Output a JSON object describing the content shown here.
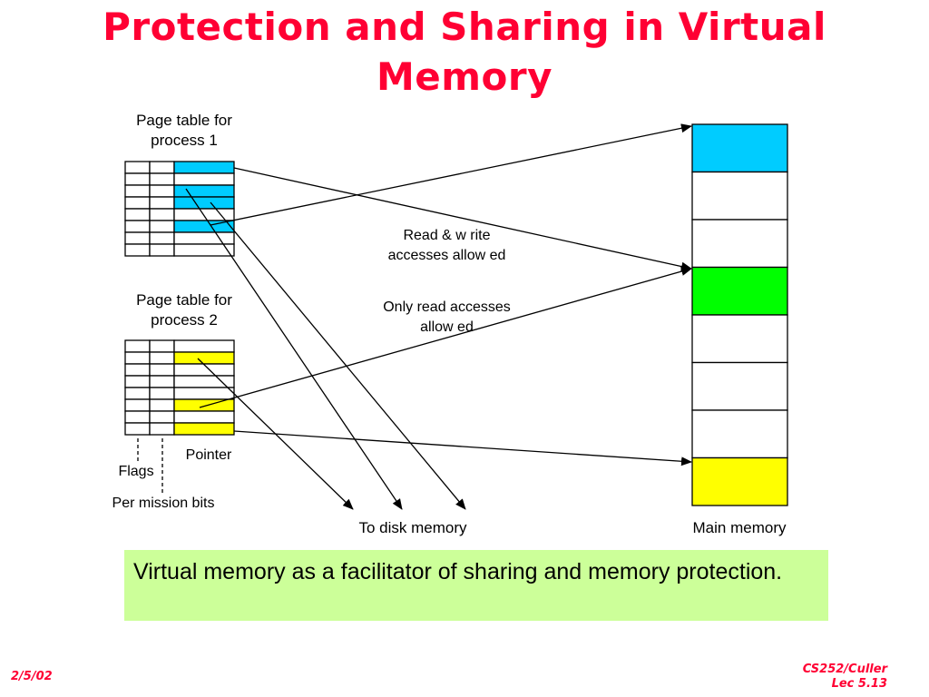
{
  "slide": {
    "title_lines": [
      "Protection and Sharing in Virtual",
      "Memory"
    ],
    "footer_date": "2/5/02",
    "footer_course": "CS252/Culler",
    "footer_lecture": "Lec 5.13"
  },
  "diagram": {
    "page_table_1_label": [
      "Page table for",
      "process 1"
    ],
    "page_table_2_label": [
      "Page table for",
      "process 2"
    ],
    "rw_label": [
      "Read & w rite",
      "accesses allow ed"
    ],
    "ro_label": [
      "Only read accesses",
      "allow ed"
    ],
    "pointer_label": "Pointer",
    "flags_label": "Flags",
    "permission_label": "Per mission bits",
    "disk_label": "To disk memory",
    "main_memory_label": "Main memory",
    "colors": {
      "process1_entry": "#00ccff",
      "process2_entry": "#ffff00",
      "shared_frame": "#00ff00",
      "title": "#ff0033",
      "callout_bg": "#ccff99"
    },
    "page_table_1_highlighted_rows": [
      0,
      2,
      3,
      5
    ],
    "page_table_2_highlighted_rows": [
      1,
      5,
      7
    ],
    "main_memory_frame_colors": [
      "#00ccff",
      "#ffffff",
      "#ffffff",
      "#00ff00",
      "#ffffff",
      "#ffffff",
      "#ffffff",
      "#ffff00"
    ]
  },
  "callout": {
    "text": " Virtual memory as a facilitator of sharing and memory protection."
  }
}
